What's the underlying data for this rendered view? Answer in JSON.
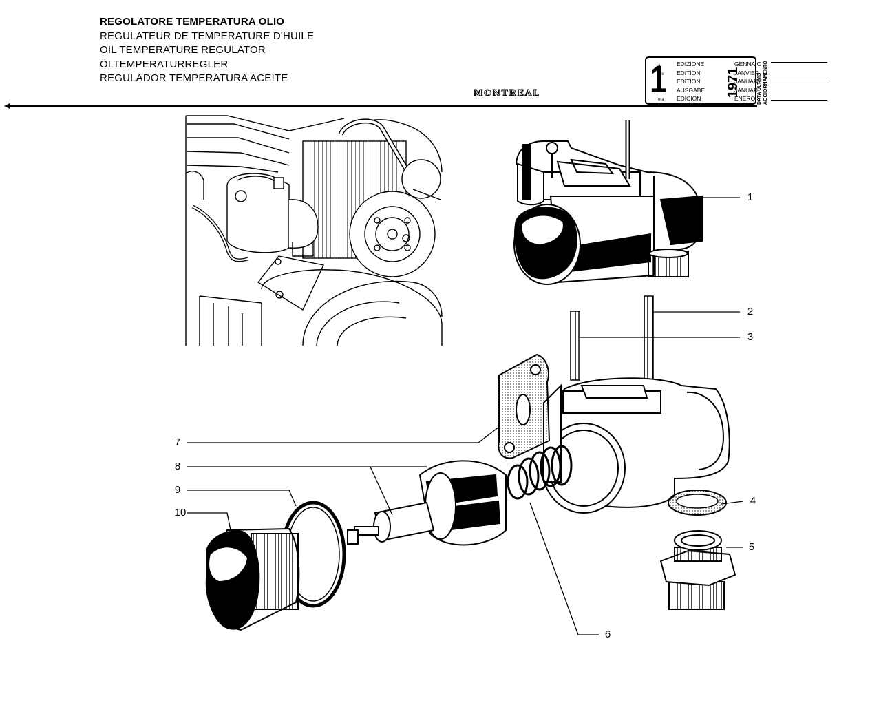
{
  "titles": {
    "it": "REGOLATORE TEMPERATURA OLIO",
    "fr": "REGULATEUR DE TEMPERATURE D'HUILE",
    "en": "OIL TEMPERATURE REGULATOR",
    "de": "ÖLTEMPERATURREGLER",
    "es": "REGULADOR TEMPERATURA ACEITE"
  },
  "brand": "MONTREAL",
  "edition_box": {
    "number": "1",
    "suffixes": [
      "a",
      "ere",
      "st",
      ".",
      "era"
    ],
    "labels": [
      "EDIZIONE",
      "EDITION",
      "EDITION",
      "AUSGABE",
      "EDICION"
    ],
    "year": "1971",
    "months": [
      "GENNAIO",
      "JANVIER",
      "JANUARY",
      "JANUAR",
      "ENERO"
    ]
  },
  "last_update_label": {
    "line1": "DATA ULTIMO",
    "line2": "AGGIORNAMENTO"
  },
  "callouts": [
    "1",
    "2",
    "3",
    "4",
    "5",
    "6",
    "7",
    "8",
    "9",
    "10"
  ]
}
